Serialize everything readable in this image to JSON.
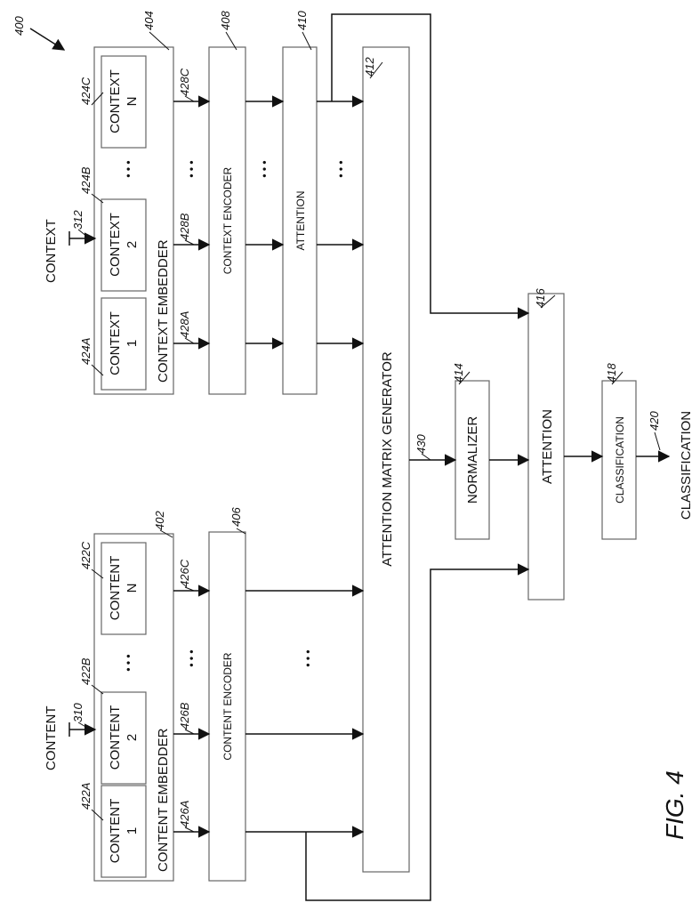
{
  "figure": {
    "number_ref": "400",
    "caption": "FIG. 4"
  },
  "inputs": {
    "content": {
      "label": "CONTENT",
      "ref": "310"
    },
    "context": {
      "label": "CONTEXT",
      "ref": "312"
    }
  },
  "content_embedder": {
    "ref": "402",
    "label": "CONTENT EMBEDDER",
    "items": [
      {
        "line1": "CONTENT",
        "line2": "1",
        "ref": "422A"
      },
      {
        "line1": "CONTENT",
        "line2": "2",
        "ref": "422B"
      },
      {
        "line1": "CONTENT",
        "line2": "N",
        "ref": "422C"
      }
    ],
    "ellipsis": "• • •"
  },
  "context_embedder": {
    "ref": "404",
    "label": "CONTEXT EMBEDDER",
    "items": [
      {
        "line1": "CONTEXT",
        "line2": "1",
        "ref": "424A"
      },
      {
        "line1": "CONTEXT",
        "line2": "2",
        "ref": "424B"
      },
      {
        "line1": "CONTEXT",
        "line2": "N",
        "ref": "424C"
      }
    ],
    "ellipsis": "• • •"
  },
  "content_encoder": {
    "ref": "406",
    "label": "CONTENT ENCODER",
    "input_refs": [
      "426A",
      "426B",
      "426C"
    ],
    "ellipsis": "• • •"
  },
  "context_encoder": {
    "ref": "408",
    "label": "CONTEXT ENCODER",
    "input_refs": [
      "428A",
      "428B",
      "428C"
    ],
    "ellipsis": "• • •"
  },
  "context_attention": {
    "ref": "410",
    "label": "ATTENTION",
    "ellipsis": "• • •"
  },
  "attention_matrix_generator": {
    "ref": "412",
    "label": "ATTENTION MATRIX GENERATOR",
    "output_ref": "430"
  },
  "ellipses": {
    "to_amg_content": "• • •",
    "to_amg_context": "• • •"
  },
  "normalizer": {
    "ref": "414",
    "label": "NORMALIZER"
  },
  "final_attention": {
    "ref": "416",
    "label": "ATTENTION"
  },
  "classification_block": {
    "ref": "418",
    "label": "CLASSIFICATION"
  },
  "output": {
    "ref": "420",
    "label": "CLASSIFICATION"
  }
}
